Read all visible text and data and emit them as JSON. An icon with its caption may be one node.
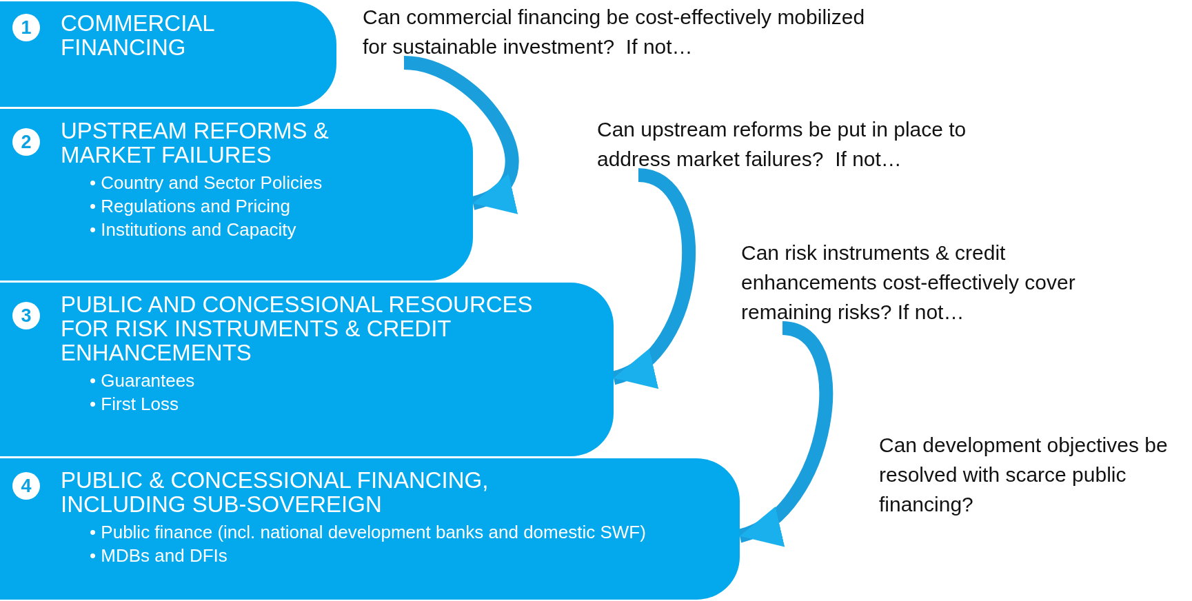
{
  "diagram": {
    "nodes": [
      {
        "text": [
          "1",
          "COMMERCIAL FINANCING"
        ]
      },
      {
        "text": [
          "Can commercial financing be cost-effectively mobilized for sustainable investment?  If not…"
        ]
      },
      {
        "text": [
          "2",
          "UPSTREAM REFORMS & MARKET FAILURES",
          "• Country and Sector Policies",
          "• Regulations and Pricing",
          "• Institutions and Capacity"
        ]
      },
      {
        "text": [
          "Can upstream reforms be put in place to address market failures?  If not…"
        ]
      },
      {
        "text": [
          "3",
          "PUBLIC AND CONCESSIONAL RESOURCES FOR RISK INSTRUMENTS & CREDIT ENHANCEMENTS",
          "• Guarantees",
          "• First Loss"
        ]
      },
      {
        "text": [
          "Can risk instruments & credit enhancements cost-effectively cover remaining risks? If not…"
        ]
      },
      {
        "text": [
          "4",
          "PUBLIC & CONCESSIONAL FINANCING, INCLUDING SUB-SOVEREIGN",
          "• Public finance (incl. national development banks and domestic SWF)",
          "• MDBs and DFIs"
        ]
      }
    ],
    "edges": [
      {
        "from": 1,
        "to": 2,
        "arrow": "to"
      },
      {
        "from": 3,
        "to": 4,
        "arrow": "to"
      },
      {
        "from": 5,
        "to": 6,
        "arrow": "to"
      }
    ],
    "labels": [
      "Can development objectives be resolved with scarce public financing?"
    ]
  }
}
